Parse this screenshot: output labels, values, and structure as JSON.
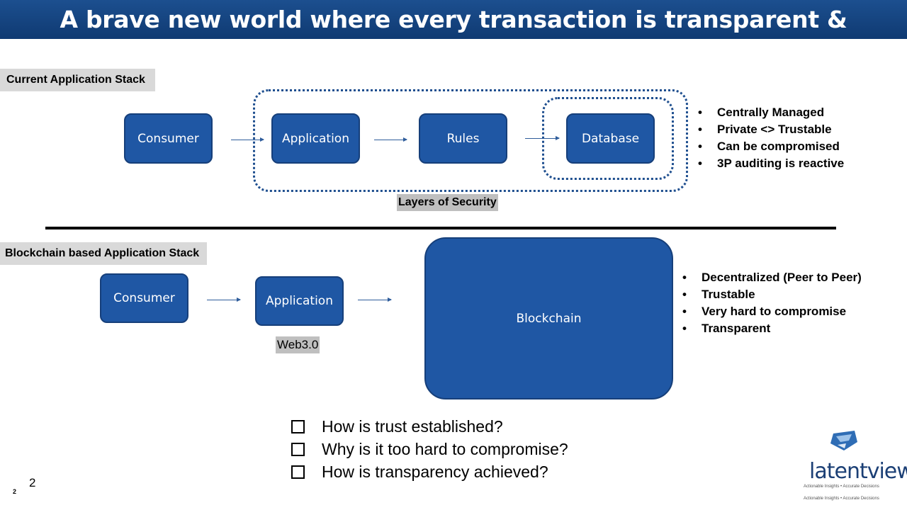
{
  "title": "A brave new world where every transaction is transparent & auditable",
  "current": {
    "label": "Current Application Stack",
    "boxes": [
      "Consumer",
      "Application",
      "Rules",
      "Database"
    ],
    "security_label": "Layers of Security",
    "bullets": [
      "Centrally Managed",
      "Private <> Trustable",
      "Can be compromised",
      "3P auditing is reactive"
    ]
  },
  "blockchain": {
    "label": "Blockchain based Application Stack",
    "boxes": [
      "Consumer",
      "Application",
      "Blockchain"
    ],
    "web3_label": "Web3.0",
    "bullets": [
      "Decentralized (Peer to Peer)",
      "Trustable",
      "Very hard to compromise",
      "Transparent"
    ]
  },
  "questions": [
    "How is trust established?",
    "Why is it too hard to compromise?",
    "How is transparency achieved?"
  ],
  "footer": {
    "page_number": "2",
    "page_number_small": "2"
  },
  "logo": {
    "word": "latentview",
    "tagline": "Actionable Insights • Accurate Decisions"
  },
  "colors": {
    "title_bar": "#1c4f8f",
    "box": "#1f57a4",
    "dotted": "#1f4f8f",
    "label_bg": "#d9d9d9"
  }
}
